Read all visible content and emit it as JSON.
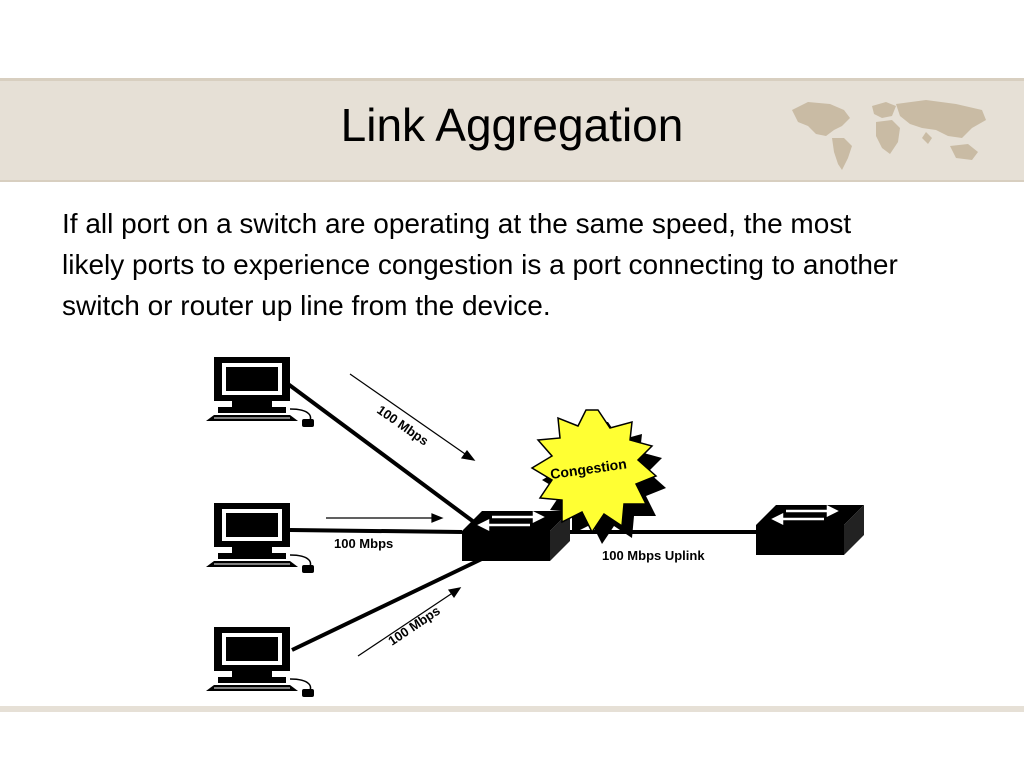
{
  "slide": {
    "title": "Link Aggregation",
    "body": "If all port on a switch are operating at the same speed, the most likely ports to experience congestion is a port connecting to another switch or router up line from the device."
  },
  "diagram": {
    "link_top_label": "100 Mbps",
    "link_middle_label": "100 Mbps",
    "link_bottom_label": "100 Mbps",
    "uplink_label": "100 Mbps Uplink",
    "congestion_label": "Congestion"
  },
  "colors": {
    "band": "#e6e0d6",
    "map": "#c9bba4",
    "starburst": "#ffff33"
  }
}
